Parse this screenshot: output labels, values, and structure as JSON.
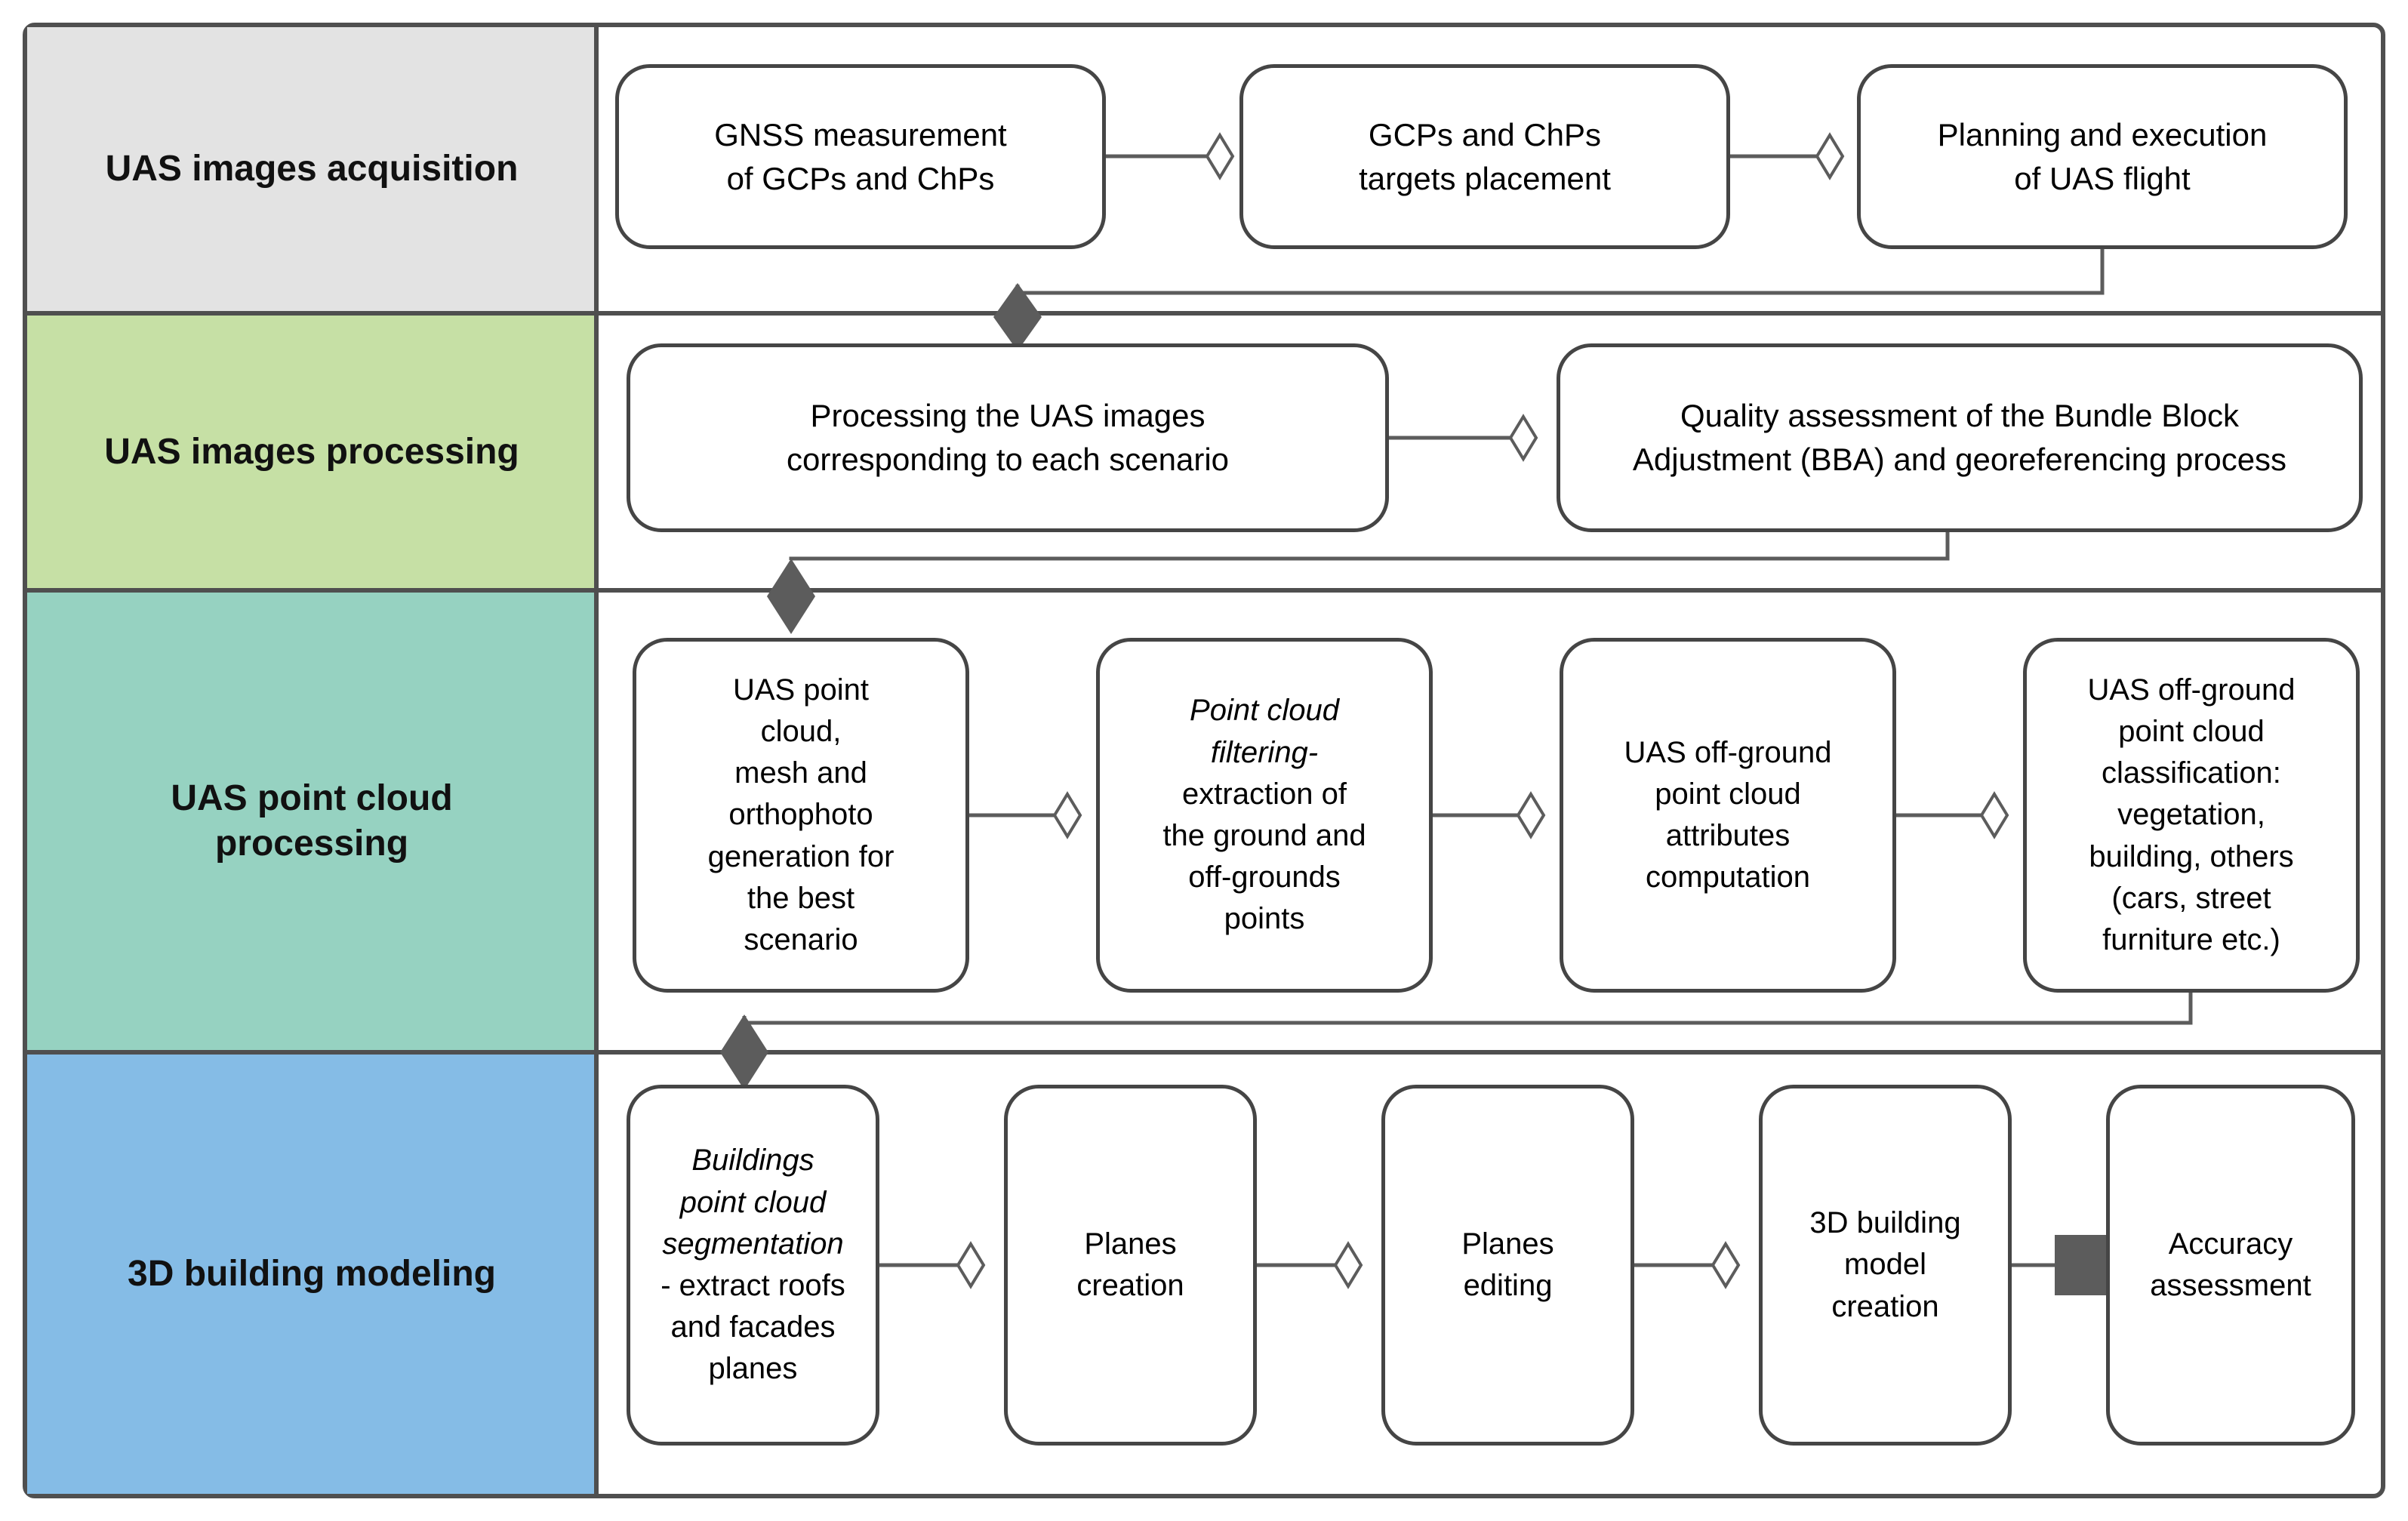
{
  "colors": {
    "frame": "#4f4f4f",
    "connector": "#5c5c5c",
    "box_border": "#454545",
    "box_bg": "#ffffff",
    "label_text": "#111111"
  },
  "rows": [
    {
      "label": "UAS images acquisition",
      "bg": "#e3e3e3",
      "boxes": [
        {
          "text": "GNSS measurement\nof GCPs and ChPs"
        },
        {
          "text": "GCPs and ChPs\ntargets placement"
        },
        {
          "text": "Planning and execution\nof UAS flight"
        }
      ]
    },
    {
      "label": "UAS images processing",
      "bg": "#c6e0a5",
      "boxes": [
        {
          "text": "Processing the UAS images\ncorresponding to each scenario"
        },
        {
          "text": "Quality assessment of the Bundle Block\nAdjustment (BBA) and georeferencing process"
        }
      ]
    },
    {
      "label": "UAS point cloud\nprocessing",
      "bg": "#96d2c1",
      "boxes": [
        {
          "text": "UAS point\ncloud,\nmesh and\northophoto\ngeneration for\nthe best\nscenario"
        },
        {
          "text_italic": "Point cloud\nfiltering-",
          "text_rest": "\nextraction of\nthe ground and\noff-grounds\npoints"
        },
        {
          "text": "UAS off-ground\npoint cloud\nattributes\ncomputation"
        },
        {
          "text": "UAS off-ground\npoint cloud\nclassification:\nvegetation,\nbuilding, others\n(cars, street\nfurniture etc.)"
        }
      ]
    },
    {
      "label": "3D building modeling",
      "bg": "#85bce6",
      "boxes": [
        {
          "text_italic": "Buildings\npoint cloud\nsegmentation",
          "text_rest": "\n- extract roofs\nand facades\nplanes"
        },
        {
          "text": "Planes\ncreation"
        },
        {
          "text": "Planes\nediting"
        },
        {
          "text": "3D building\nmodel\ncreation"
        },
        {
          "text": "Accuracy\nassessment"
        }
      ]
    }
  ]
}
